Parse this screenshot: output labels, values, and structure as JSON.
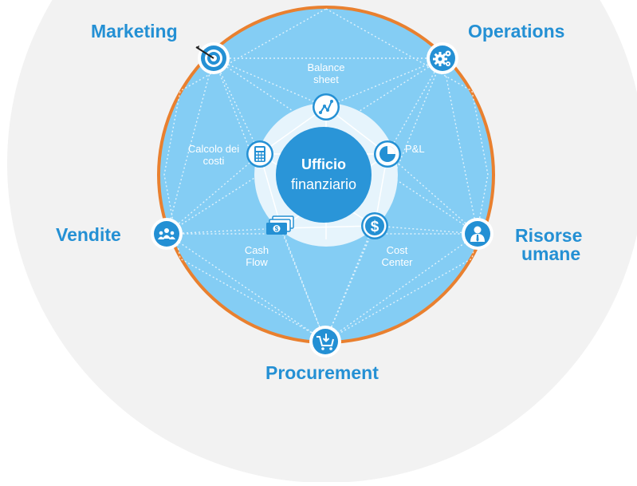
{
  "center": {
    "title": "Ufficio",
    "subtitle": "finanziario"
  },
  "departments": {
    "marketing": {
      "label": "Marketing",
      "icon": "target-icon"
    },
    "operations": {
      "label": "Operations",
      "icon": "gears-icon"
    },
    "vendite": {
      "label": "Vendite",
      "icon": "team-icon"
    },
    "risorse": {
      "line1": "Risorse",
      "line2": "umane",
      "icon": "person-icon"
    },
    "procurement": {
      "label": "Procurement",
      "icon": "cart-icon"
    }
  },
  "functions": {
    "balance": {
      "line1": "Balance",
      "line2": "sheet",
      "icon": "trend-line-icon"
    },
    "pl": {
      "label": "P&L",
      "icon": "pie-chart-icon"
    },
    "costi": {
      "line1": "Calcolo dei",
      "line2": "costi",
      "icon": "calculator-icon"
    },
    "cash": {
      "line1": "Cash",
      "line2": "Flow",
      "icon": "cash-icon"
    },
    "cost": {
      "line1": "Cost",
      "line2": "Center",
      "icon": "dollar-icon"
    }
  },
  "colors": {
    "background_circle": "#f2f2f2",
    "ring": "#e9802f",
    "main_circle": "#84cdf4",
    "accent": "#2490d4",
    "center": "#2a95d8"
  }
}
